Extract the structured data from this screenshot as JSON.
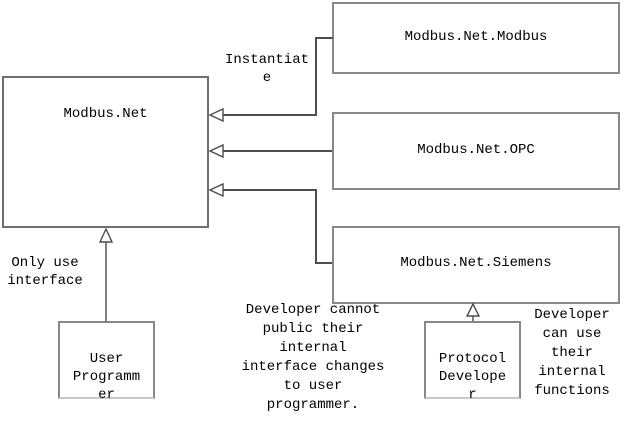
{
  "diagram": {
    "boxes": {
      "modbus_net": {
        "label": "Modbus.Net"
      },
      "modbus_net_modbus": {
        "label": "Modbus.Net.Modbus"
      },
      "modbus_net_opc": {
        "label": "Modbus.Net.OPC"
      },
      "modbus_net_siemens": {
        "label": "Modbus.Net.Siemens"
      },
      "user_programmer": {
        "label": "User\nProgramm\ner"
      },
      "protocol_developer": {
        "label": "Protocol\nDevelope\nr"
      }
    },
    "annotations": {
      "instantiate": "Instantiat\ne",
      "only_use_interface": "Only use\ninterface",
      "developer_cannot": "Developer cannot\npublic their\ninternal\ninterface changes\nto user\nprogrammer.",
      "developer_can": "Developer\ncan use\ntheir\ninternal\nfunctions"
    },
    "colors": {
      "background": "#ffffff",
      "text": "#000000",
      "box_border": "#888888",
      "connector": "#4d4d4d",
      "arrow_shaft": "#808080"
    }
  }
}
